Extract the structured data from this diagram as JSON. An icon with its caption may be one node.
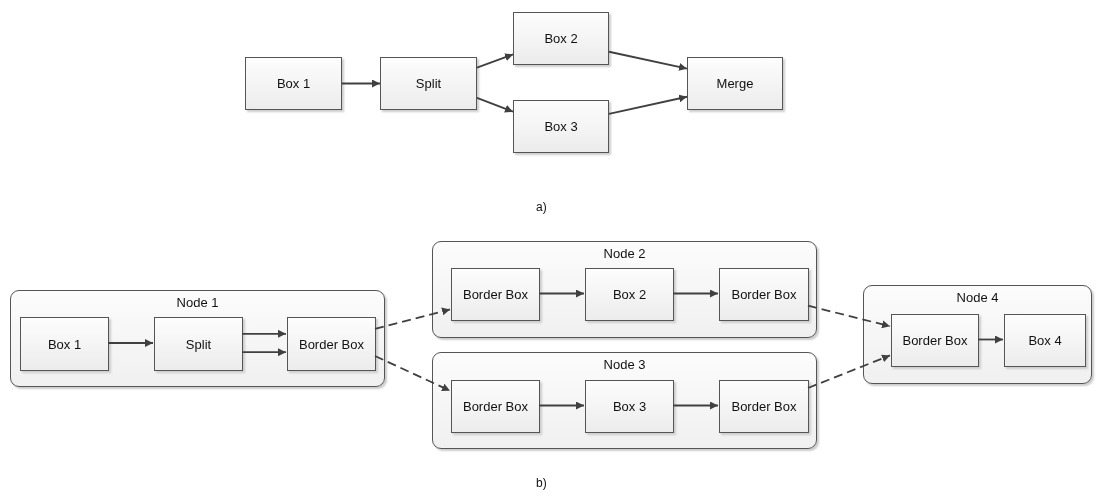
{
  "diagram": {
    "nodes": [
      {
        "text": [
          "Box 1"
        ]
      },
      {
        "text": [
          "Split"
        ]
      },
      {
        "text": [
          "Box 2"
        ]
      },
      {
        "text": [
          "Box 3"
        ]
      },
      {
        "text": [
          "Merge"
        ]
      },
      {
        "text": [
          "Node 1"
        ]
      },
      {
        "text": [
          "Box 1"
        ],
        "in": 5
      },
      {
        "text": [
          "Split"
        ],
        "in": 5
      },
      {
        "text": [
          "Border Box"
        ],
        "in": 5
      },
      {
        "text": [
          "Node 2"
        ]
      },
      {
        "text": [
          "Border Box"
        ],
        "in": 9
      },
      {
        "text": [
          "Box 2"
        ],
        "in": 9
      },
      {
        "text": [
          "Border Box"
        ],
        "in": 9
      },
      {
        "text": [
          "Node 3"
        ]
      },
      {
        "text": [
          "Border Box"
        ],
        "in": 13
      },
      {
        "text": [
          "Box 3"
        ],
        "in": 13
      },
      {
        "text": [
          "Border Box"
        ],
        "in": 13
      },
      {
        "text": [
          "Node 4"
        ]
      },
      {
        "text": [
          "Border Box"
        ],
        "in": 17
      },
      {
        "text": [
          "Box 4"
        ],
        "in": 17
      }
    ],
    "edges": [
      {
        "from": 0,
        "to": 1,
        "arrow": "to"
      },
      {
        "from": 1,
        "to": 2,
        "arrow": "to"
      },
      {
        "from": 1,
        "to": 3,
        "arrow": "to"
      },
      {
        "from": 2,
        "to": 4,
        "arrow": "to"
      },
      {
        "from": 3,
        "to": 4,
        "arrow": "to"
      },
      {
        "from": 6,
        "to": 7,
        "arrow": "to"
      },
      {
        "from": 7,
        "to": 8,
        "arrow": "to"
      },
      {
        "from": 7,
        "to": 8,
        "arrow": "to"
      },
      {
        "from": 8,
        "to": 10,
        "arrow": "to",
        "style": "dashed"
      },
      {
        "from": 8,
        "to": 14,
        "arrow": "to",
        "style": "dashed"
      },
      {
        "from": 10,
        "to": 11,
        "arrow": "to"
      },
      {
        "from": 11,
        "to": 12,
        "arrow": "to"
      },
      {
        "from": 14,
        "to": 15,
        "arrow": "to"
      },
      {
        "from": 15,
        "to": 16,
        "arrow": "to"
      },
      {
        "from": 12,
        "to": 18,
        "arrow": "to",
        "style": "dashed"
      },
      {
        "from": 16,
        "to": 18,
        "arrow": "to",
        "style": "dashed"
      },
      {
        "from": 18,
        "to": 19,
        "arrow": "to"
      }
    ],
    "labels": [
      "a)",
      "b)"
    ]
  }
}
